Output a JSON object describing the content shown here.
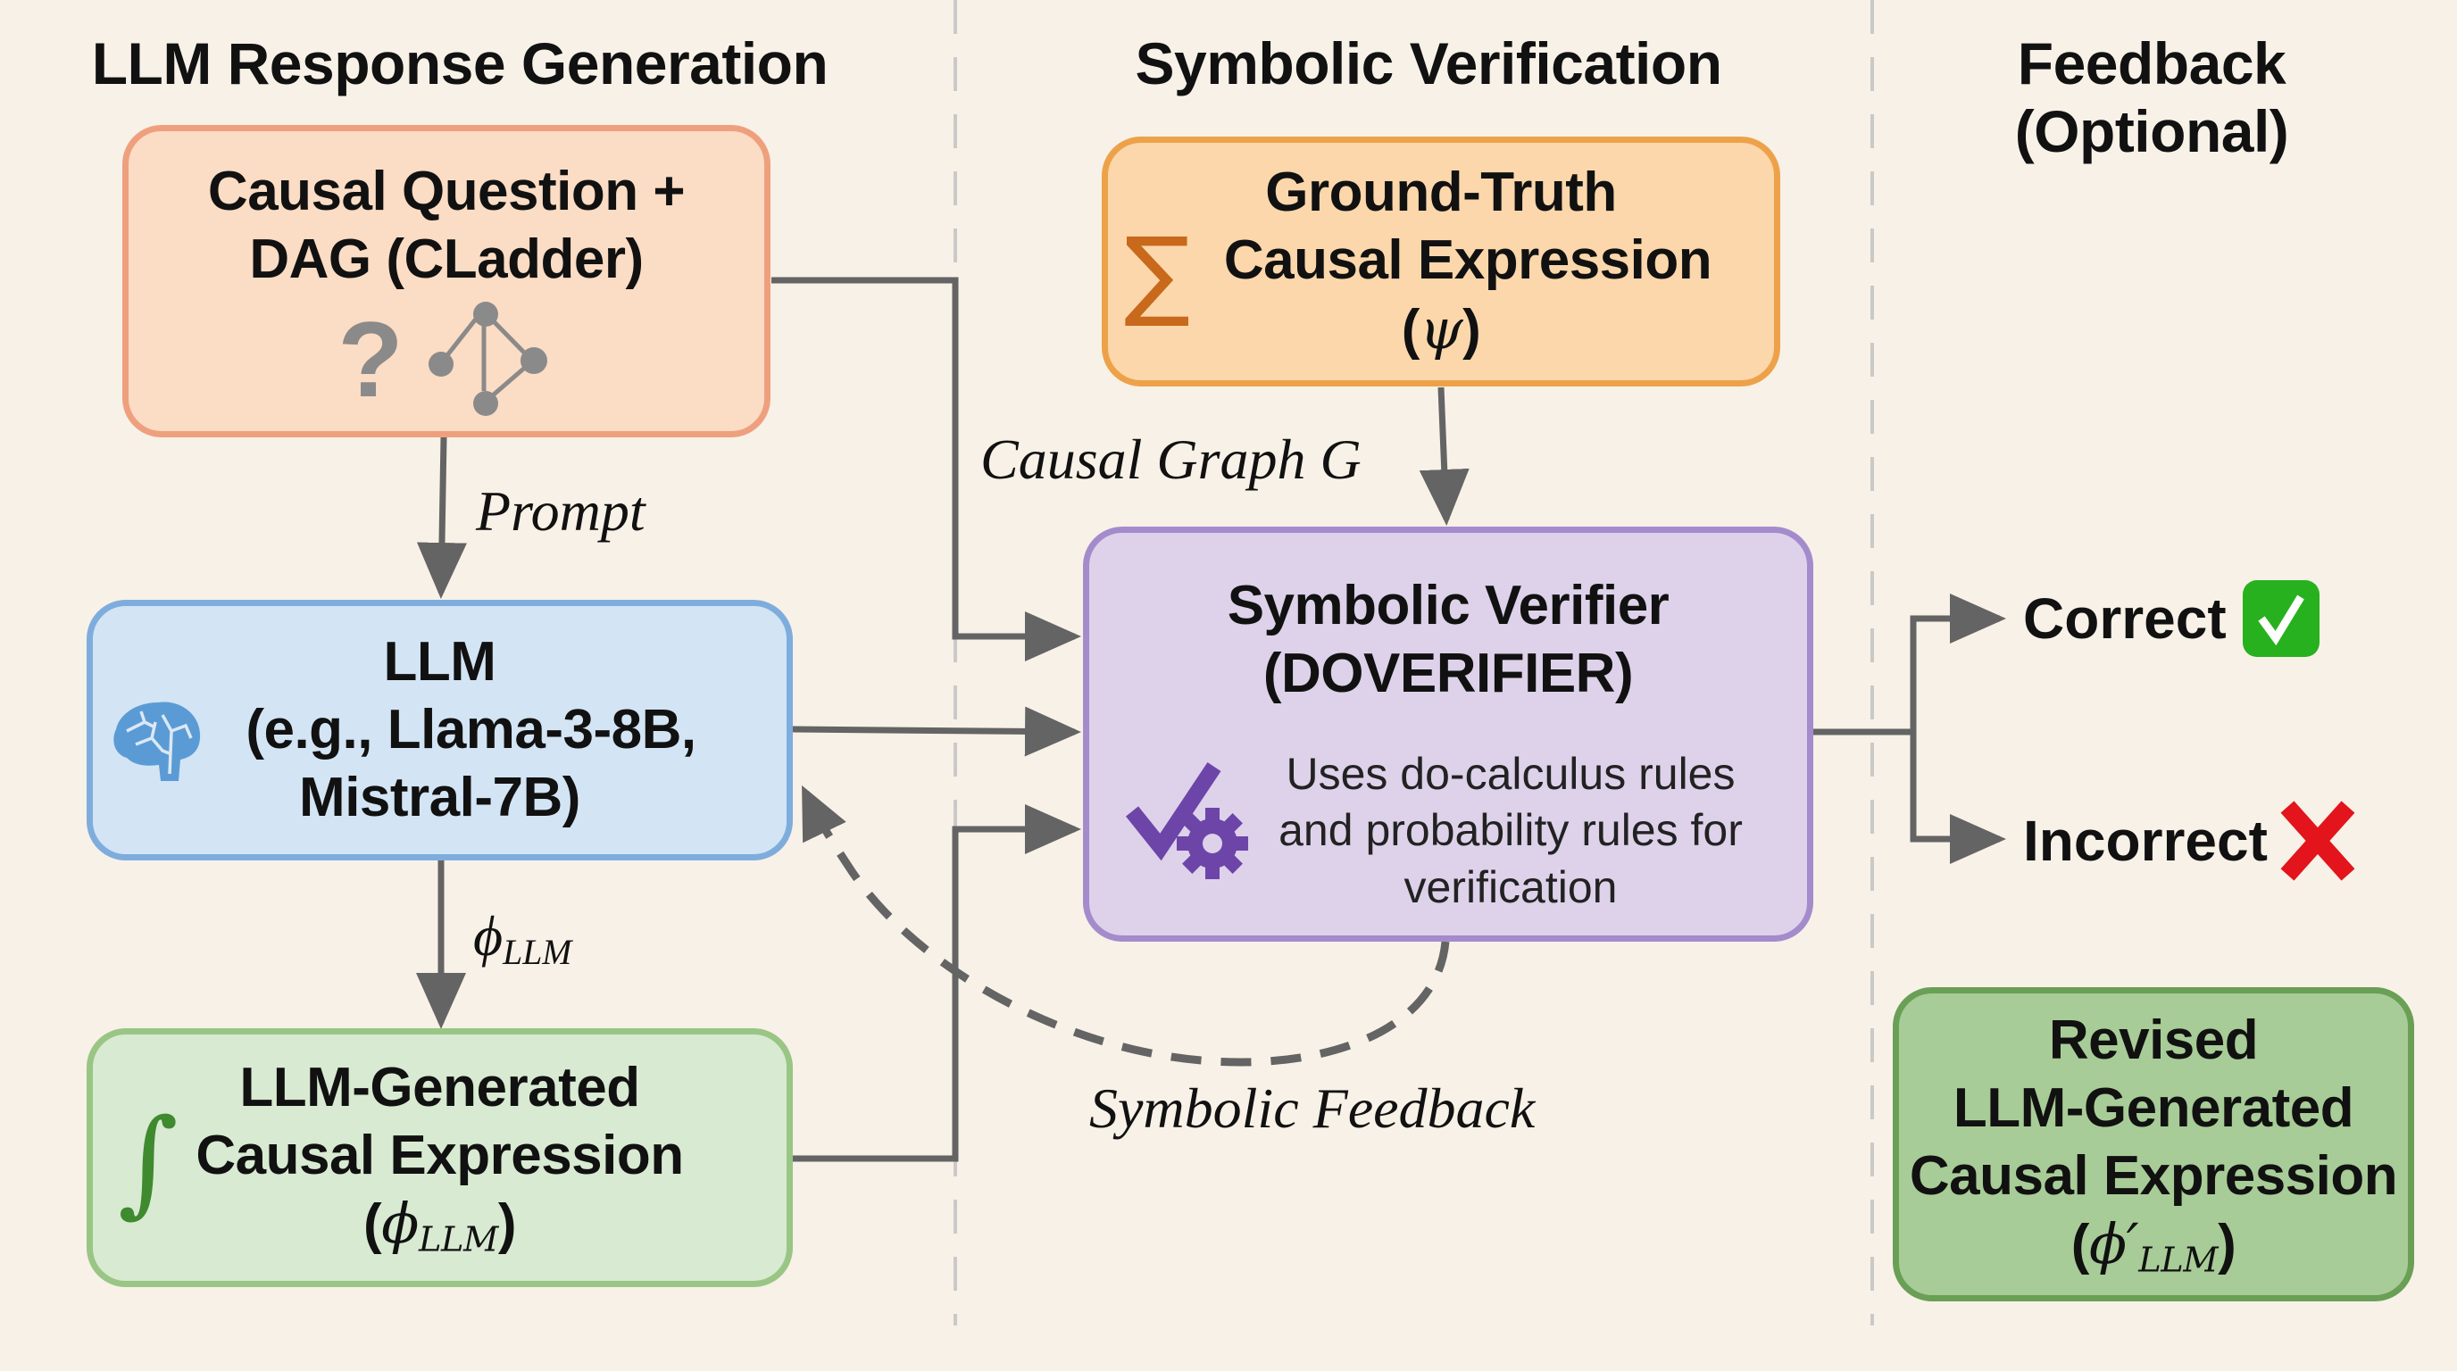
{
  "columns": {
    "left_title": "LLM Response Generation",
    "middle_title": "Symbolic Verification",
    "right_title_line1": "Feedback",
    "right_title_line2": "(Optional)"
  },
  "nodes": {
    "causal_question": {
      "line1": "Causal Question +",
      "line2": "DAG (CLadder)",
      "icons": [
        "question-mark-icon",
        "dag-graph-icon"
      ],
      "fill": "#fbdcc4",
      "border": "#eea07e"
    },
    "llm": {
      "line1": "LLM",
      "line2": "(e.g., Llama-3-8B,",
      "line3": "Mistral-7B)",
      "icon": "brain-icon",
      "fill": "#d3e4f4",
      "border": "#7eaddd"
    },
    "llm_expression": {
      "line1": "LLM-Generated",
      "line2": "Causal Expression",
      "symbol_open": "(",
      "symbol": "ϕ",
      "symbol_sub": "LLM",
      "symbol_close": ")",
      "icon": "integral-icon",
      "icon_glyph": "∫",
      "fill": "#d8ead2",
      "border": "#99c585"
    },
    "ground_truth": {
      "line1": "Ground-Truth",
      "line2": "Causal Expression",
      "symbol_open": "(",
      "symbol": "ψ",
      "symbol_close": ")",
      "icon": "sigma-icon",
      "icon_glyph": "∑",
      "fill": "#fbd7ab",
      "border": "#eda24a"
    },
    "verifier": {
      "line1": "Symbolic Verifier",
      "line2": "(DOVERIFIER)",
      "desc_line1": "Uses do-calculus rules",
      "desc_line2": "and probability rules for",
      "desc_line3": "verification",
      "icon": "check-gear-icon",
      "fill": "#ddd2ea",
      "border": "#a48bcc",
      "icon_color": "#6d45a8"
    },
    "revised": {
      "line1": "Revised",
      "line2": "LLM-Generated",
      "line3": "Causal Expression",
      "symbol_open": "(",
      "symbol": "ϕ",
      "symbol_prime": "′",
      "symbol_sub": "LLM",
      "symbol_close": ")",
      "fill": "#a8cc97",
      "border": "#6a9f56"
    }
  },
  "edge_labels": {
    "prompt": "Prompt",
    "phi_main": "ϕ",
    "phi_sub": "LLM",
    "causal_graph": "Causal Graph G",
    "symbolic_feedback": "Symbolic Feedback"
  },
  "outcomes": [
    {
      "label": "Correct",
      "icon": "green-check-icon",
      "color": "#27b11e"
    },
    {
      "label": "Incorrect",
      "icon": "red-cross-icon",
      "color": "#e3141b"
    }
  ],
  "colors": {
    "background": "#f8f1e7",
    "wire": "#646464",
    "divider": "#c9c9c9"
  }
}
